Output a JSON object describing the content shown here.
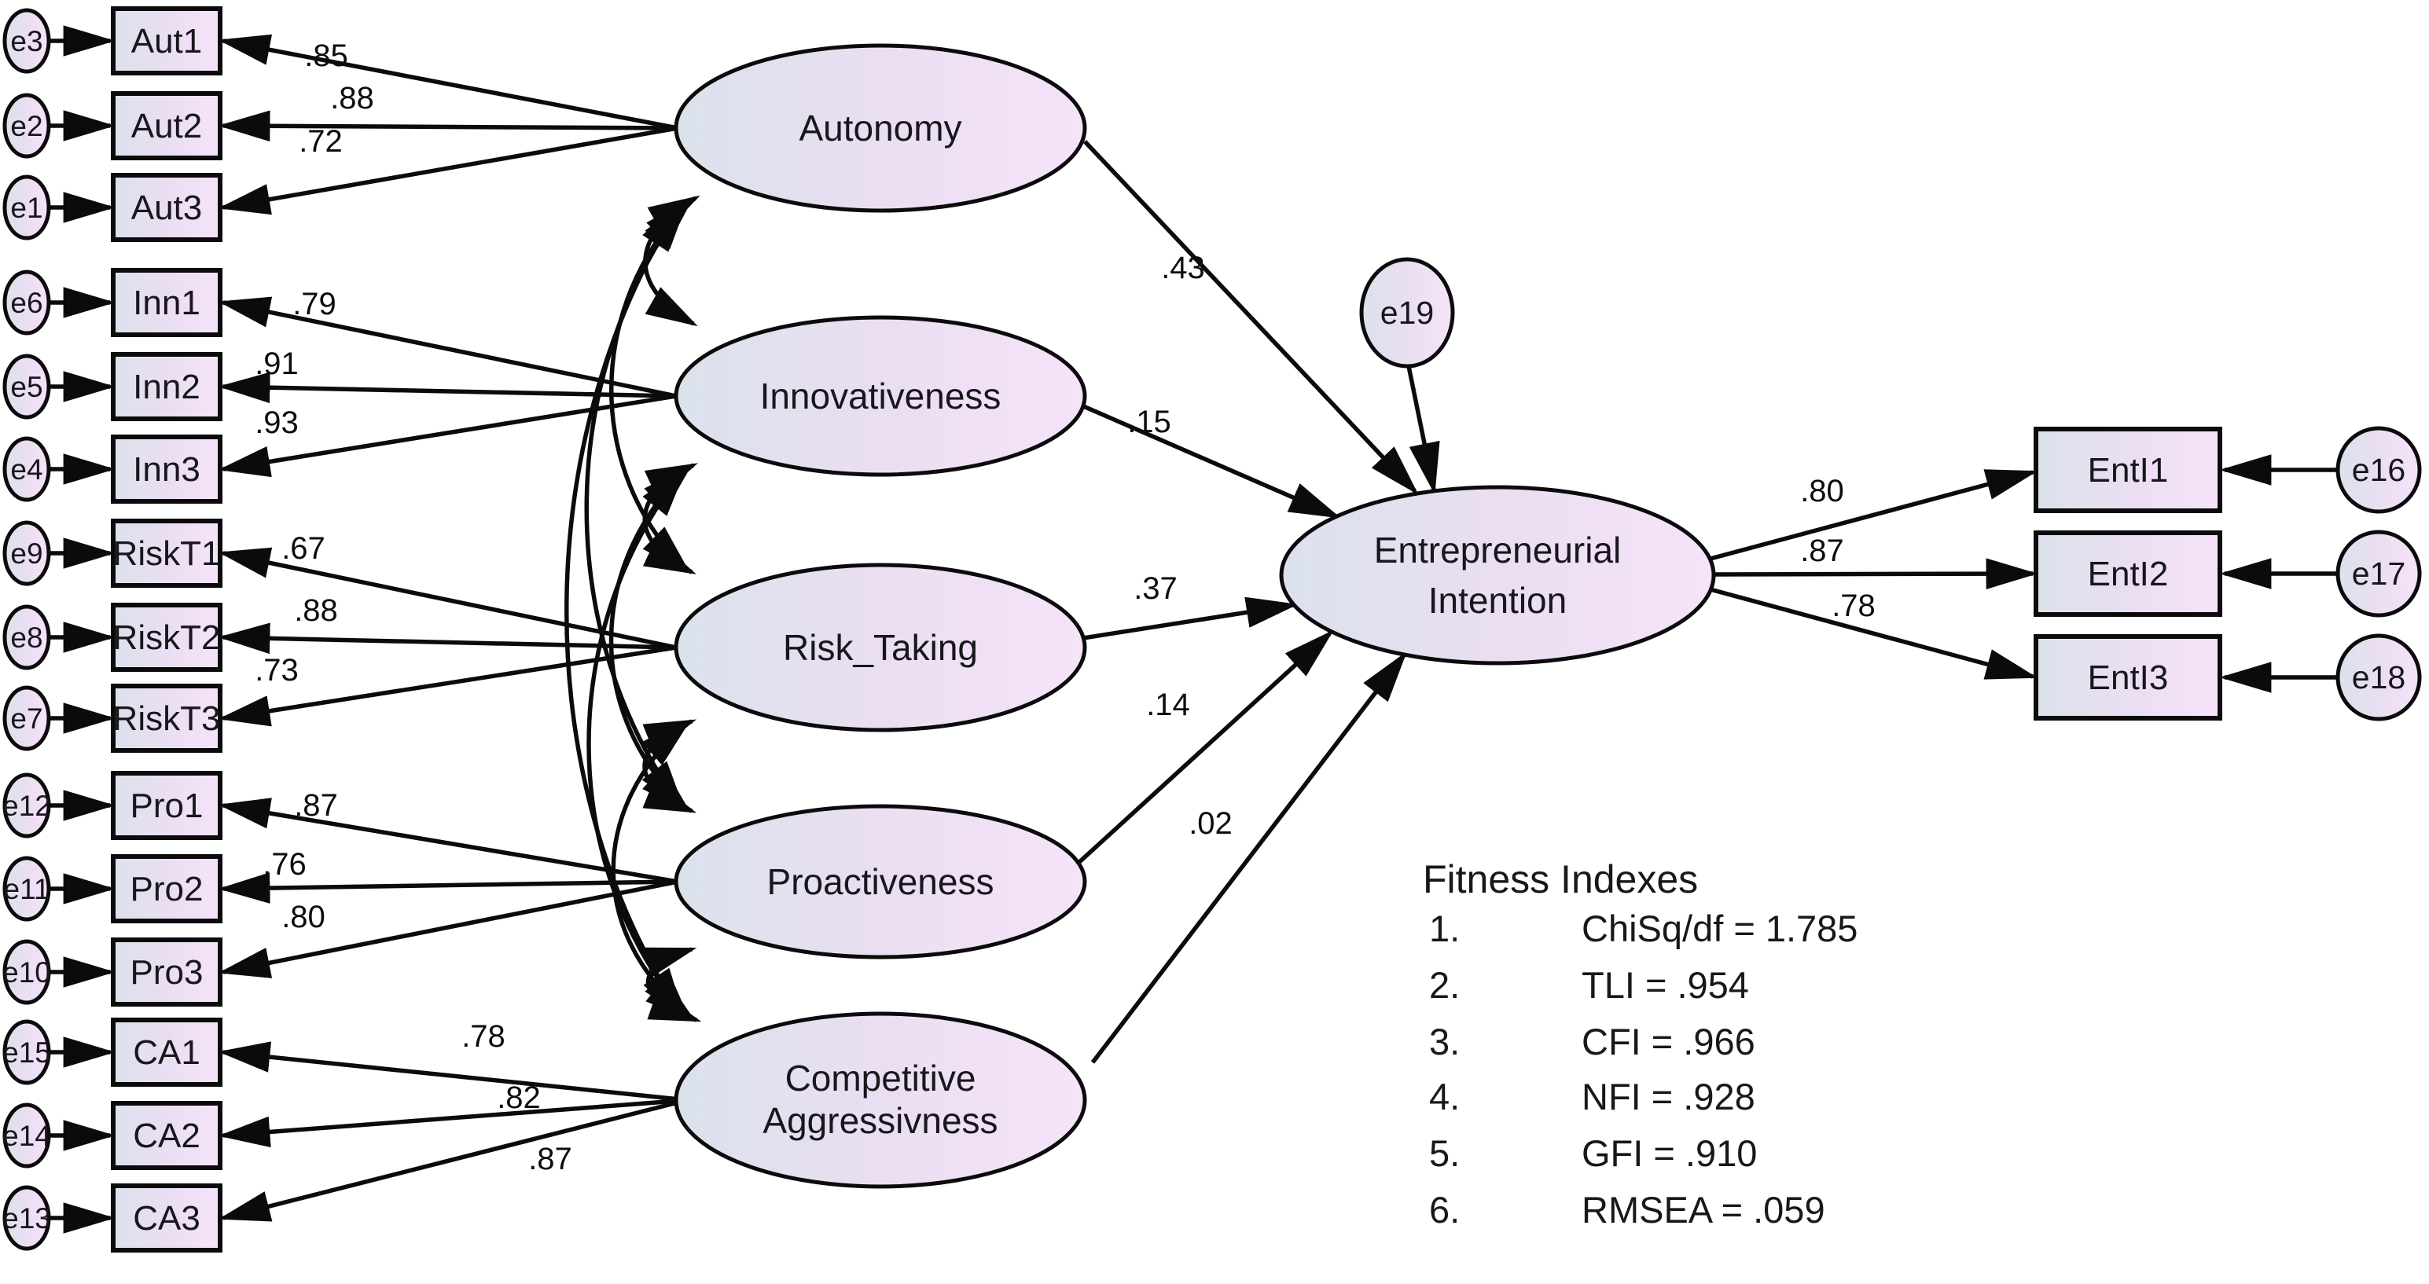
{
  "colors": {
    "background": "#ffffff",
    "node_fill_left": "#dbe2ec",
    "node_fill_mid": "#eadef2",
    "node_fill_right": "#f6e3fa",
    "stroke": "#0b0b0b",
    "text": "#17171c"
  },
  "factors": [
    {
      "name": "Autonomy",
      "coef": ".43",
      "indicators": [
        {
          "id": "Aut1",
          "loading": ".85",
          "error": "e3"
        },
        {
          "id": "Aut2",
          "loading": ".88",
          "error": "e2"
        },
        {
          "id": "Aut3",
          "loading": ".72",
          "error": "e1"
        }
      ]
    },
    {
      "name": "Innovativeness",
      "coef": ".15",
      "indicators": [
        {
          "id": "Inn1",
          "loading": ".79",
          "error": "e6"
        },
        {
          "id": "Inn2",
          "loading": ".91",
          "error": "e5"
        },
        {
          "id": "Inn3",
          "loading": ".93",
          "error": "e4"
        }
      ]
    },
    {
      "name": "Risk_Taking",
      "coef": ".37",
      "indicators": [
        {
          "id": "RiskT1",
          "loading": ".67",
          "error": "e9"
        },
        {
          "id": "RiskT2",
          "loading": ".88",
          "error": "e8"
        },
        {
          "id": "RiskT3",
          "loading": ".73",
          "error": "e7"
        }
      ]
    },
    {
      "name": "Proactiveness",
      "coef": ".14",
      "indicators": [
        {
          "id": "Pro1",
          "loading": ".87",
          "error": "e12"
        },
        {
          "id": "Pro2",
          "loading": ".76",
          "error": "e11"
        },
        {
          "id": "Pro3",
          "loading": ".80",
          "error": "e10"
        }
      ]
    },
    {
      "name_line1": "Competitive",
      "name_line2": "Aggressivness",
      "coef": ".02",
      "indicators": [
        {
          "id": "CA1",
          "loading": ".78",
          "error": "e15"
        },
        {
          "id": "CA2",
          "loading": ".82",
          "error": "e14"
        },
        {
          "id": "CA3",
          "loading": ".87",
          "error": "e13"
        }
      ]
    }
  ],
  "outcome": {
    "name_line1": "Entrepreneurial",
    "name_line2": "Intention",
    "error": "e19",
    "indicators": [
      {
        "id": "EntI1",
        "loading": ".80",
        "error": "e16"
      },
      {
        "id": "EntI2",
        "loading": ".87",
        "error": "e17"
      },
      {
        "id": "EntI3",
        "loading": ".78",
        "error": "e18"
      }
    ]
  },
  "fit_block": {
    "title": "Fitness Indexes",
    "items": [
      {
        "num": "1.",
        "value": "ChiSq/df = 1.785"
      },
      {
        "num": "2.",
        "value": "TLI = .954"
      },
      {
        "num": "3.",
        "value": "CFI = .966"
      },
      {
        "num": "4.",
        "value": "NFI = .928"
      },
      {
        "num": "5.",
        "value": "GFI = .910"
      },
      {
        "num": "6.",
        "value": "RMSEA = .059"
      }
    ]
  }
}
